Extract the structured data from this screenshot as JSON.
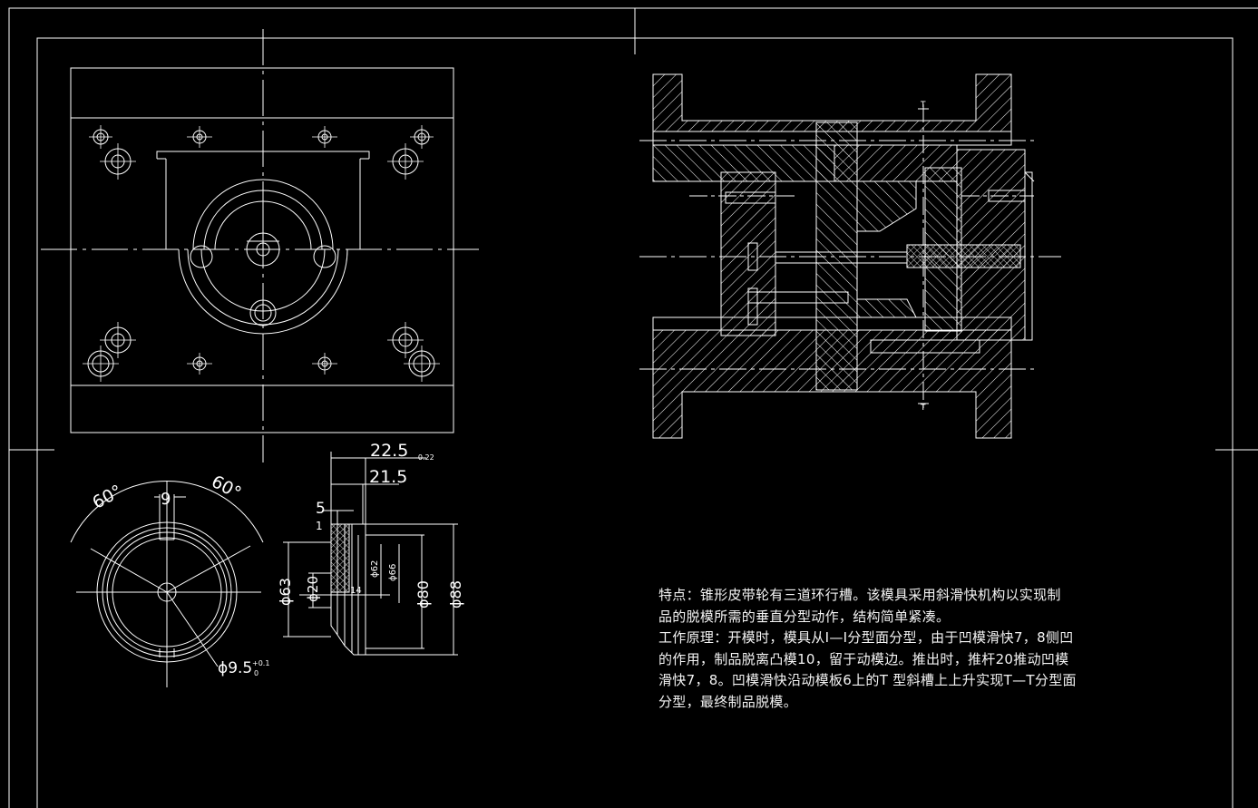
{
  "dimensions": {
    "d_22_5": "22.5",
    "tol_22_5": "-0.22",
    "d_21_5": "21.5",
    "d_5": "5",
    "d_1": "1",
    "d_14": "14",
    "phi_63": "ϕ63",
    "phi_20": "ϕ20",
    "phi_62": "ϕ62",
    "phi_66": "ϕ66",
    "phi_80": "ϕ80",
    "phi_88": "ϕ88",
    "phi_9_5": "ϕ9.5",
    "tol_9_5_upper": "+0.1",
    "tol_9_5_lower": "0",
    "angle_left": "60°",
    "angle_right": "60°",
    "slot_9": "9"
  },
  "section_marks": {
    "top": "T",
    "bottom": "T"
  },
  "notes": {
    "line1": "特点：锥形皮带轮有三道环行槽。该模具采用斜滑快机构以实现制",
    "line2": "品的脱模所需的垂直分型动作，结构简单紧凑。",
    "line3": "工作原理：开模时，模具从I—I分型面分型，由于凹模滑快7，8侧凹",
    "line4": "的作用，制品脱离凸模10，留于动模边。推出时，推杆20推动凹模",
    "line5": "滑快7，8。凹模滑快沿动模板6上的T  型斜槽上上升实现T—T分型面",
    "line6": "分型，最终制品脱模。"
  },
  "colors": {
    "background": "#000000",
    "lines": "#ffffff"
  }
}
